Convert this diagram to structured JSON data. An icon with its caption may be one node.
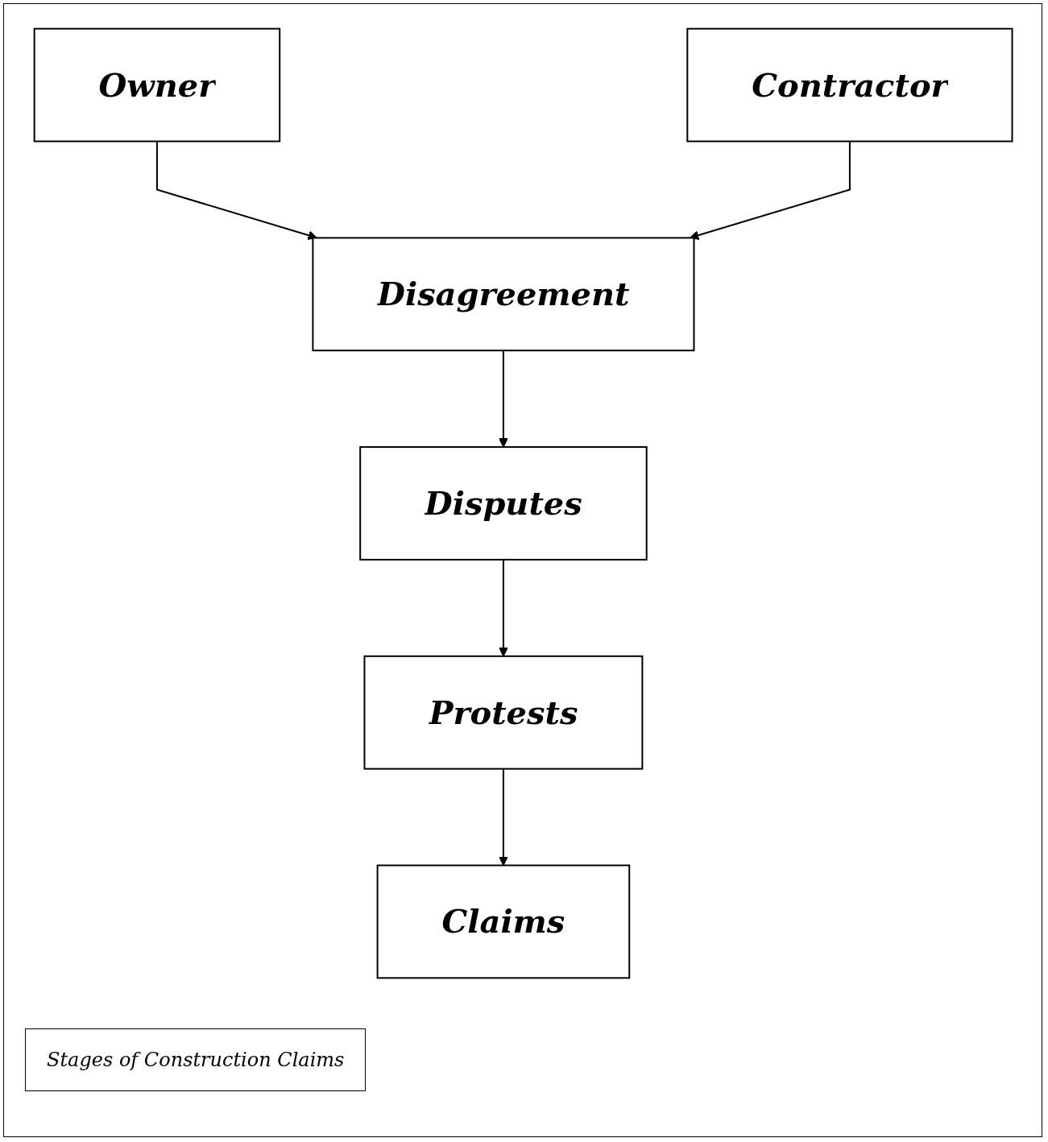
{
  "diagram": {
    "caption": "Stages of Construction Claims",
    "nodes": [
      {
        "text": [
          "Owner"
        ]
      },
      {
        "text": [
          "Contractor"
        ]
      },
      {
        "text": [
          "Disagreement"
        ]
      },
      {
        "text": [
          "Disputes"
        ]
      },
      {
        "text": [
          "Protests"
        ]
      },
      {
        "text": [
          "Claims"
        ]
      }
    ],
    "edges": [
      {
        "from": 0,
        "to": 2,
        "arrow": "to"
      },
      {
        "from": 1,
        "to": 2,
        "arrow": "to"
      },
      {
        "from": 2,
        "to": 3,
        "arrow": "to"
      },
      {
        "from": 3,
        "to": 4,
        "arrow": "to"
      },
      {
        "from": 4,
        "to": 5,
        "arrow": "to"
      }
    ]
  }
}
